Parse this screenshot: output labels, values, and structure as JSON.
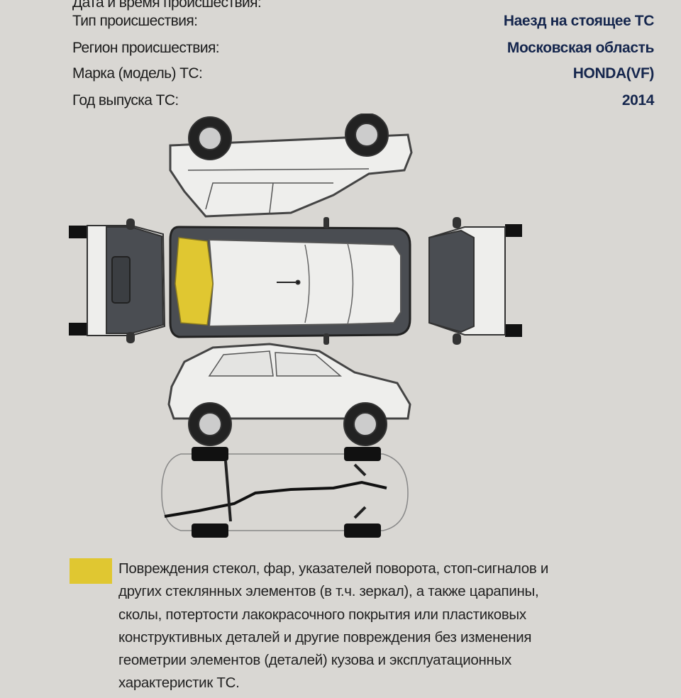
{
  "details": [
    {
      "label": "Дата и время происшествия:",
      "value": ""
    },
    {
      "label": "Тип происшествия:",
      "value": "Наезд на стоящее ТС"
    },
    {
      "label": "Регион происшествия:",
      "value": "Московская область"
    },
    {
      "label": "Марка (модель) ТС:",
      "value": "HONDA(VF)"
    },
    {
      "label": "Год выпуска ТС:",
      "value": "2014"
    }
  ],
  "damage_diagram": {
    "damaged_parts": [
      "rear-windshield"
    ],
    "highlight_color": "#e0c731"
  },
  "legend": {
    "color": "#e0c731",
    "lines": [
      "Повреждения стекол, фар, указателей поворота, стоп-сигналов и",
      "других стеклянных элементов (в т.ч. зеркал), а также царапины,",
      "сколы, потертости лакокрасочного покрытия или пластиковых",
      "конструктивных деталей и другие повреждения без изменения",
      "геометрии элементов (деталей) кузова и эксплуатационных",
      "характеристик ТС."
    ]
  }
}
